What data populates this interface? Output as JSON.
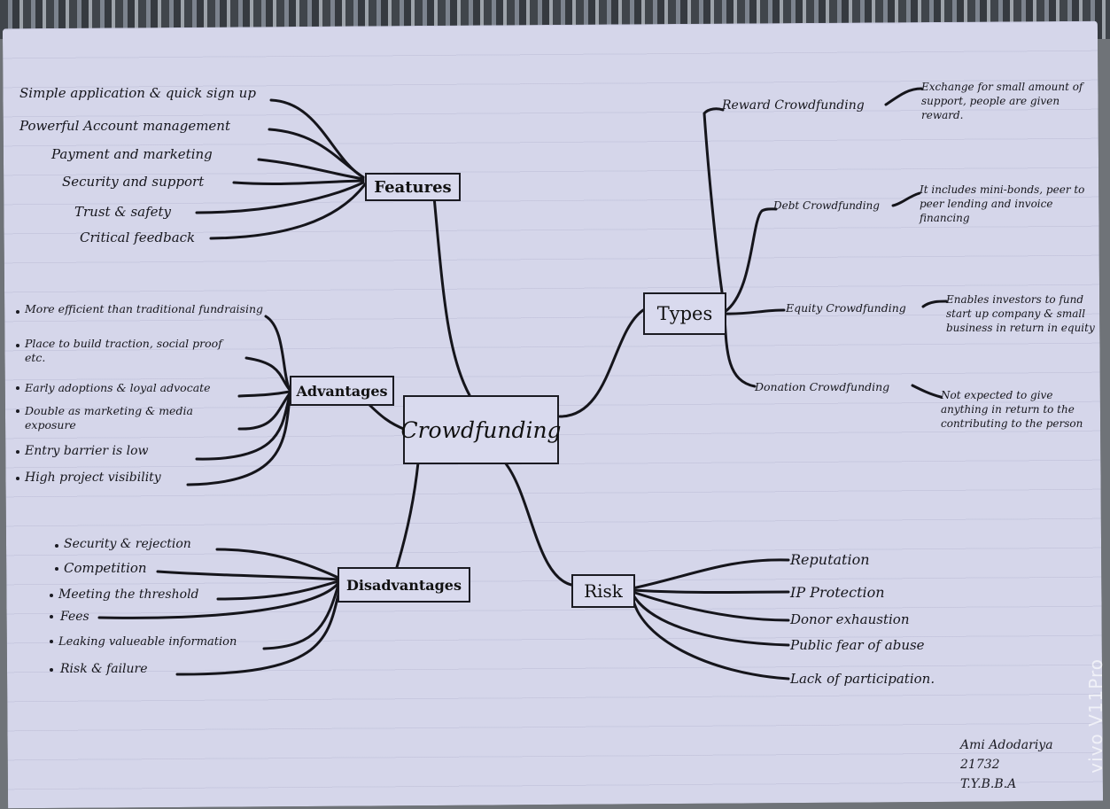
{
  "center": "Crowdfunding",
  "features": {
    "label": "Features",
    "items": [
      "Simple application & quick sign up",
      "Powerful Account management",
      "Payment and marketing",
      "Security and support",
      "Trust & safety",
      "Critical feedback"
    ]
  },
  "advantages": {
    "label": "Advantages",
    "items": [
      "More efficient than traditional fundraising",
      "Place to build traction, social proof etc.",
      "Early adoptions & loyal advocate",
      "Double as marketing & media exposure",
      "Entry barrier is low",
      "High project visibility"
    ]
  },
  "disadvantages": {
    "label": "Disadvantages",
    "items": [
      "Security & rejection",
      "Competition",
      "Meeting the threshold",
      "Fees",
      "Leaking valueable information",
      "Risk & failure"
    ]
  },
  "types": {
    "label": "Types",
    "items": [
      {
        "name": "Reward Crowdfunding",
        "desc": "Exchange for small amount of support, people are given reward."
      },
      {
        "name": "Debt Crowdfunding",
        "desc": "It includes mini-bonds, peer to peer lending and invoice financing"
      },
      {
        "name": "Equity Crowdfunding",
        "desc": "Enables investors to fund start up company & small business in return in equity"
      },
      {
        "name": "Donation Crowdfunding",
        "desc": "Not expected to give anything in return to the contributing to the person"
      }
    ]
  },
  "risk": {
    "label": "Risk",
    "items": [
      "Reputation",
      "IP Protection",
      "Donor exhaustion",
      "Public fear of abuse",
      "Lack of participation."
    ]
  },
  "signature": {
    "name": "Ami Adodariya",
    "number": "21732",
    "class": "T.Y.B.B.A"
  },
  "watermark": "vivo V11Pro"
}
